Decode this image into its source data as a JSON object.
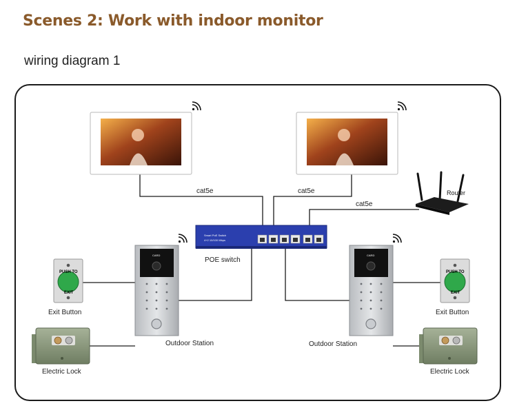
{
  "header": {
    "title": "Scenes 2: Work with indoor monitor",
    "subtitle": "wiring diagram 1",
    "title_color": "#8a5a2b"
  },
  "labels": {
    "cable_left": "cat5e",
    "cable_right": "cat5e",
    "cable_router": "cat5e",
    "router": "Router",
    "poe_switch": "POE switch",
    "outdoor_left": "Outdoor Station",
    "outdoor_right": "Outdoor Station",
    "exit_left": "Exit Button",
    "exit_right": "Exit Button",
    "lock_left": "Electric Lock",
    "lock_right": "Electric Lock",
    "switch_brand": "Smart PoE Switch",
    "switch_speed": "4+2 10/100 Mbps",
    "button_top": "PUSH TO",
    "button_bottom": "EXIT",
    "station_card": "CARD"
  },
  "icons": {
    "wifi": "wifi-icon",
    "monitor": "indoor-monitor-icon",
    "router": "router-icon",
    "switch": "poe-switch-icon",
    "station": "outdoor-station-icon",
    "exit_button": "exit-button-icon",
    "lock": "electric-lock-icon"
  },
  "colors": {
    "switch_body": "#2b3fae",
    "exit_button_green": "#2fa84a",
    "lock_body": "#8a9a7c",
    "line": "#1a1a1a"
  }
}
